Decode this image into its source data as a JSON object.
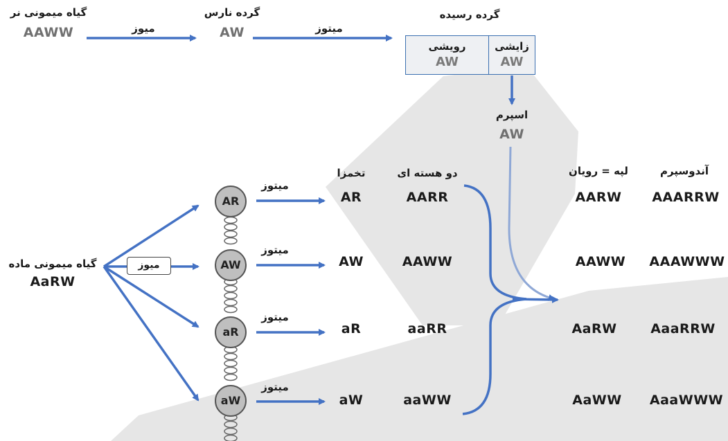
{
  "male_plant": {
    "title": "گیاه میمونی نر",
    "genotype": "AAWW"
  },
  "pollen_immature": {
    "title": "گرده نارس",
    "genotype": "AW"
  },
  "pollen_mature": {
    "title": "گرده رسیده",
    "generative": {
      "label": "زایشی",
      "genotype": "AW"
    },
    "tube": {
      "label": "رویشی",
      "genotype": "AW"
    }
  },
  "sperm": {
    "label": "اسپرم",
    "genotype": "AW"
  },
  "arrow_labels": {
    "meiosis": "میوز",
    "mitosis": "میتوز"
  },
  "female_plant": {
    "title": "گیاه میمونی ماده",
    "genotype": "AaRW",
    "meiosis_label": "میوز"
  },
  "columns": {
    "egg": "تخمزا",
    "binucleate": "دو هسته ای",
    "embryo": "لپه = رویان",
    "endosperm": "آندوسپرم"
  },
  "megaspores": [
    {
      "code": "AR",
      "mitosis": "میتوز",
      "egg": "AR",
      "binucleate": "AARR",
      "embryo": "AARW",
      "endosperm": "AAARRW"
    },
    {
      "code": "AW",
      "mitosis": "میتوز",
      "egg": "AW",
      "binucleate": "AAWW",
      "embryo": "AAWW",
      "endosperm": "AAAWWW"
    },
    {
      "code": "aR",
      "mitosis": "میتوز",
      "egg": "aR",
      "binucleate": "aaRR",
      "embryo": "AaRW",
      "endosperm": "AaaRRW"
    },
    {
      "code": "aW",
      "mitosis": "میتوز",
      "egg": "aW",
      "binucleate": "aaWW",
      "embryo": "AaWW",
      "endosperm": "AaaWWW"
    }
  ],
  "colors": {
    "arrow": "#4472c4",
    "watermark": "#e6e6e6",
    "node_fill": "#bfbfbf"
  }
}
